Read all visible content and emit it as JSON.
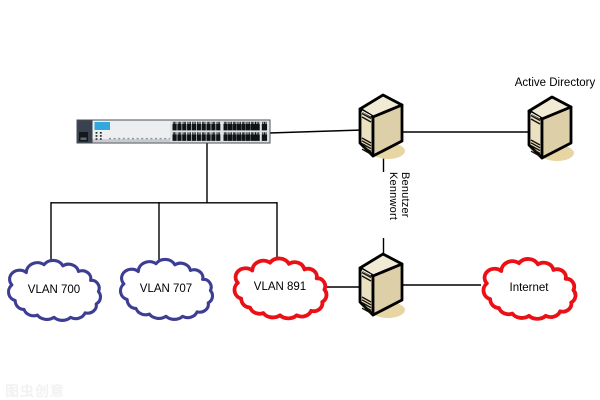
{
  "colors": {
    "line": "#000000",
    "vlan_blue": "#3d3d93",
    "vlan_red": "#ea1015",
    "switch_logo_blue": "#31a8e0"
  },
  "clouds": [
    {
      "label": "VLAN 700",
      "color": "#3d3d93"
    },
    {
      "label": "VLAN 707",
      "color": "#3d3d93"
    },
    {
      "label": "VLAN 891",
      "color": "#ea1015"
    },
    {
      "label": "Internet",
      "color": "#ea1015"
    }
  ],
  "labels": {
    "active_directory": "Active Directory",
    "auth_line1": "Benutzer",
    "auth_line2": "Kennwort"
  },
  "watermark": "图虫创意"
}
